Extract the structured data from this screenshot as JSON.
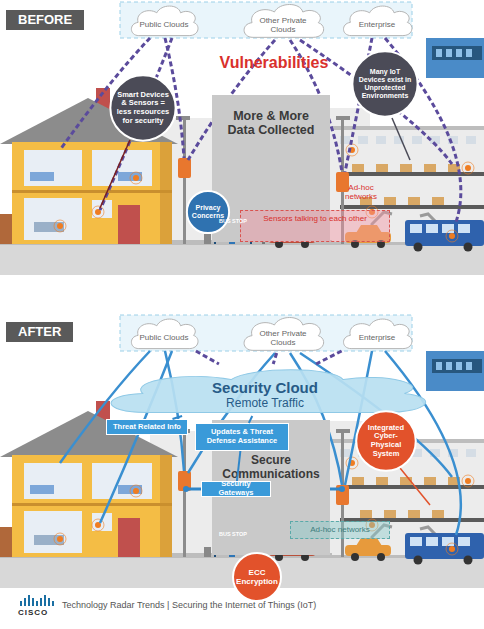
{
  "diagram": {
    "caption": "Technology Radar Trends | Securing the Internet of Things (IoT)",
    "nodes": [
      {
        "text": [
          "Public Clouds"
        ]
      },
      {
        "text": [
          "Other Private Clouds"
        ]
      },
      {
        "text": [
          "Enterprise"
        ]
      },
      {
        "text": [
          "Smart Devices & Sensors = less resources for security"
        ]
      },
      {
        "text": [
          "More & More Data Collected"
        ]
      },
      {
        "text": [
          "Many IoT Devices exist in Unprotected Environments"
        ]
      },
      {
        "text": [
          "Privacy Concerns"
        ]
      },
      {
        "text": [
          "Ad-hoc networks",
          "Sensors talking to each other"
        ]
      },
      {
        "text": [
          "Public Clouds"
        ]
      },
      {
        "text": [
          "Other Private Clouds"
        ]
      },
      {
        "text": [
          "Enterprise"
        ]
      },
      {
        "text": [
          "Security Cloud",
          "Remote Traffic"
        ]
      },
      {
        "text": [
          "Threat Related Info"
        ]
      },
      {
        "text": [
          "Updates & Threat Defense Assistance"
        ]
      },
      {
        "text": [
          "Integrated Cyber-Physical System"
        ]
      },
      {
        "text": [
          "Secure Communications"
        ]
      },
      {
        "text": [
          "Security Gateways"
        ]
      },
      {
        "text": [
          "Ad-hoc networks"
        ]
      },
      {
        "text": [
          "ECC Encryption"
        ]
      }
    ],
    "edges": [
      {
        "from": 8,
        "to": 11,
        "arrow": "none"
      },
      {
        "from": 9,
        "to": 11,
        "arrow": "none"
      },
      {
        "from": 10,
        "to": 11,
        "arrow": "none"
      },
      {
        "from": 11,
        "to": 12,
        "arrow": "none"
      },
      {
        "from": 11,
        "to": 13,
        "arrow": "none"
      },
      {
        "from": 13,
        "to": 16,
        "arrow": "none"
      }
    ],
    "labels": [
      "BEFORE",
      "Vulnerabilities",
      "BUS STOP",
      "AFTER",
      "BUS STOP",
      "CISCO"
    ]
  }
}
